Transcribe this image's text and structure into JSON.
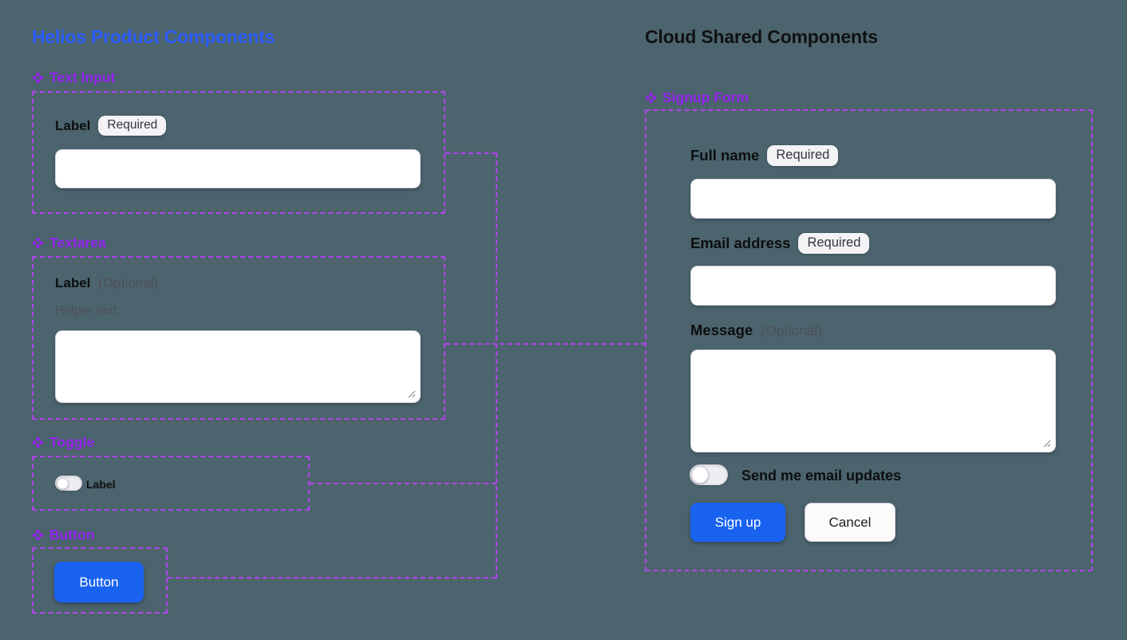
{
  "canvas": {
    "background": "#4C646D"
  },
  "colors": {
    "outline_dash": "#B442F2",
    "component_label": "#9322F0",
    "left_title": "#2A5BFF",
    "right_title": "#101114",
    "primary_button": "#1A63F1",
    "badge_bg": "#F3F3F6"
  },
  "icons": {
    "component": "component-diamond-icon",
    "textarea_resize": "resize-grip-icon"
  },
  "left": {
    "title": "Helios Product Components",
    "components": {
      "text_input": {
        "name": "Text Input",
        "label": "Label",
        "badge": "Required"
      },
      "textarea": {
        "name": "Textarea",
        "label": "Label",
        "optional": "(Optional)",
        "helper": "Helper text"
      },
      "toggle": {
        "name": "Toggle",
        "label": "Label"
      },
      "button": {
        "name": "Button",
        "button_label": "Button"
      }
    }
  },
  "right": {
    "title": "Cloud Shared Components",
    "form": {
      "name": "Signup Form",
      "full_name_label": "Full name",
      "full_name_badge": "Required",
      "email_label": "Email address",
      "email_badge": "Required",
      "message_label": "Message",
      "message_optional": "(Optional)",
      "toggle_label": "Send me email updates",
      "signup_label": "Sign up",
      "cancel_label": "Cancel"
    }
  }
}
